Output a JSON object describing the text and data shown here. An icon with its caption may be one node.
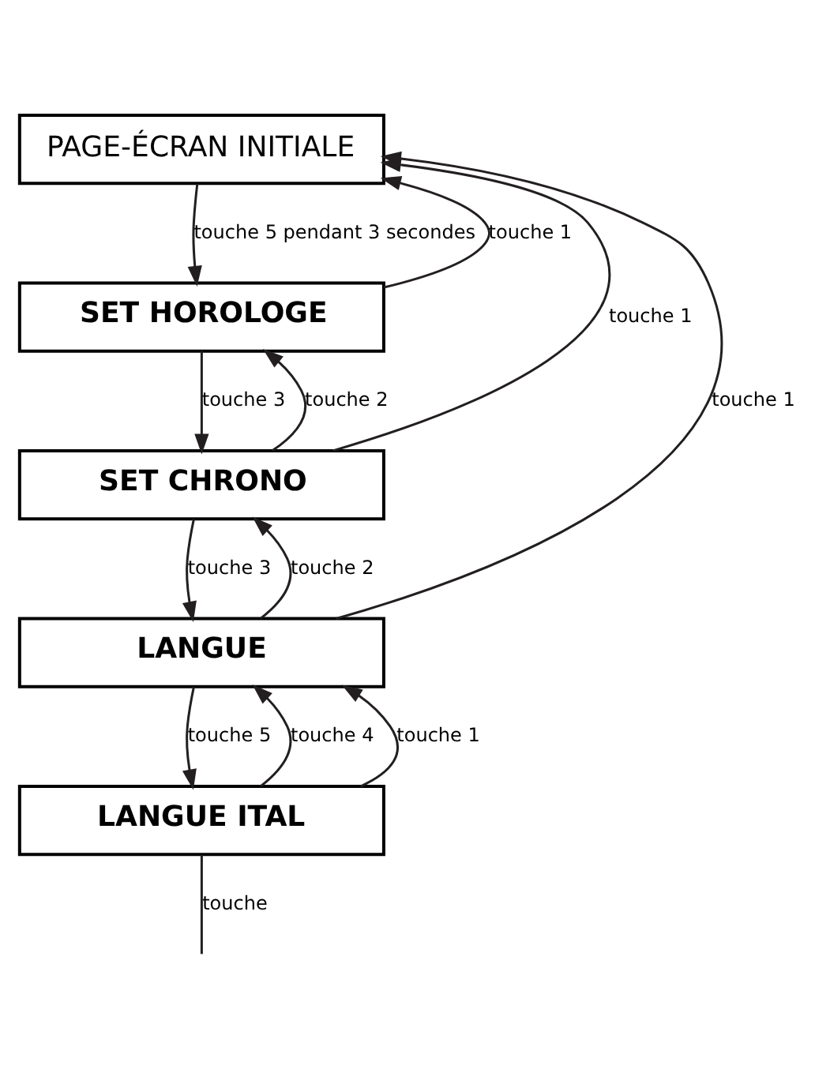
{
  "diagram": {
    "nodes": [
      {
        "text": [
          "PAGE-ÉCRAN INITIALE"
        ]
      },
      {
        "text": [
          "SET HOROLOGE"
        ]
      },
      {
        "text": [
          "SET CHRONO"
        ]
      },
      {
        "text": [
          "LANGUE"
        ]
      },
      {
        "text": [
          "LANGUE ITAL"
        ]
      }
    ],
    "edges": [
      {
        "from": 0,
        "to": 1,
        "arrow": "to",
        "label": "touche 5 pendant 3 secondes"
      },
      {
        "from": 1,
        "to": 0,
        "arrow": "to",
        "label": "touche 1"
      },
      {
        "from": 2,
        "to": 1,
        "arrow": "to",
        "label": "touche 2"
      },
      {
        "from": 1,
        "to": 2,
        "arrow": "to",
        "label": "touche 3"
      },
      {
        "from": 2,
        "to": 0,
        "arrow": "to",
        "label": "touche 1"
      },
      {
        "from": 3,
        "to": 2,
        "arrow": "to",
        "label": "touche 2"
      },
      {
        "from": 2,
        "to": 3,
        "arrow": "to",
        "label": "touche 3"
      },
      {
        "from": 3,
        "to": 0,
        "arrow": "to",
        "label": "touche 1"
      },
      {
        "from": 4,
        "to": 3,
        "arrow": "to",
        "label": "touche 4"
      },
      {
        "from": 3,
        "to": 4,
        "arrow": "to",
        "label": "touche 5"
      },
      {
        "from": 4,
        "to": 3,
        "arrow": "to",
        "label": "touche 1"
      },
      {
        "from": 4,
        "to": null,
        "arrow": "none",
        "label": "touche"
      }
    ]
  }
}
